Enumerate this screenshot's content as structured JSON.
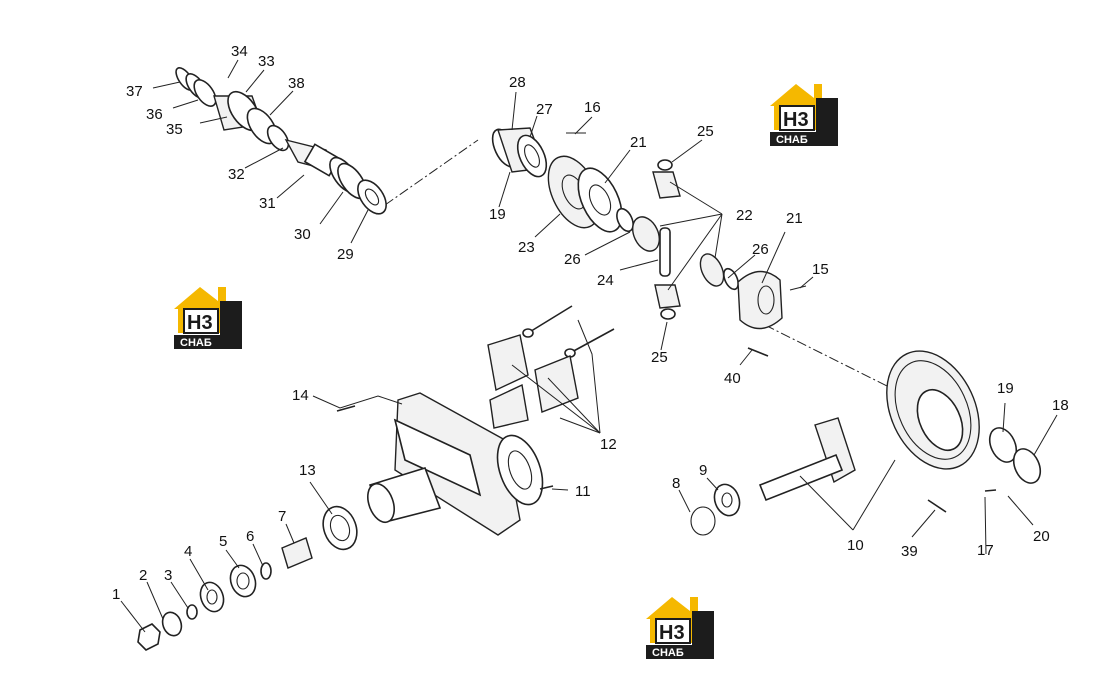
{
  "logo": {
    "mark": "H3",
    "word": "CHAБ",
    "colors": {
      "house": "#f5b800",
      "dark": "#1c1c1c",
      "white": "#ffffff"
    }
  },
  "labels": {
    "n1": "1",
    "n2": "2",
    "n3": "3",
    "n4": "4",
    "n5": "5",
    "n6": "6",
    "n7": "7",
    "n8": "8",
    "n9": "9",
    "n10": "10",
    "n11": "11",
    "n12": "12",
    "n13": "13",
    "n14": "14",
    "n15": "15",
    "n16": "16",
    "n17": "17",
    "n18": "18",
    "n19a": "19",
    "n19b": "19",
    "n20": "20",
    "n21a": "21",
    "n21b": "21",
    "n22": "22",
    "n23": "23",
    "n24": "24",
    "n25a": "25",
    "n25b": "25",
    "n26a": "26",
    "n26b": "26",
    "n27": "27",
    "n28": "28",
    "n29": "29",
    "n30": "30",
    "n31": "31",
    "n32": "32",
    "n33": "33",
    "n34": "34",
    "n35": "35",
    "n36": "36",
    "n37": "37",
    "n38": "38",
    "n39": "39",
    "n40": "40"
  }
}
